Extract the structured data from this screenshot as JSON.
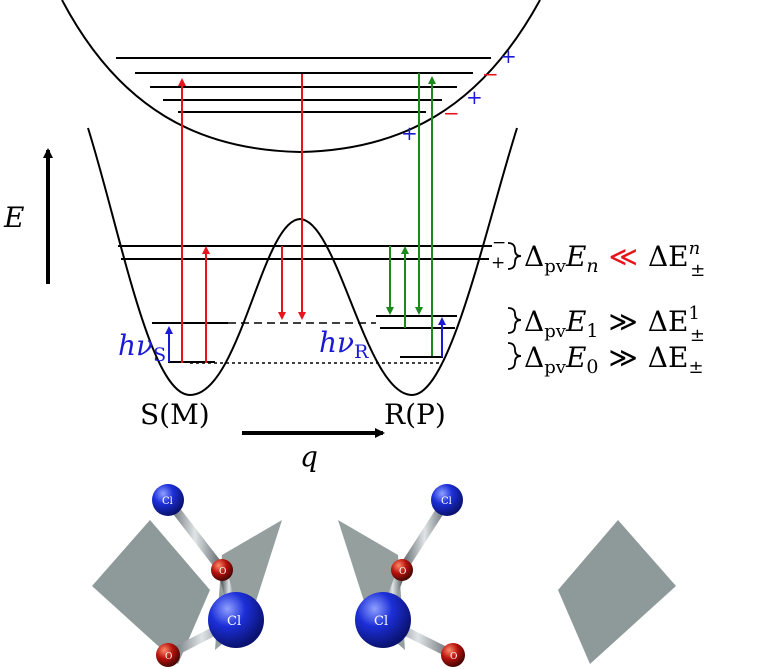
{
  "axis": {
    "energy_label": "E",
    "coordinate_label": "q"
  },
  "wells": {
    "left_label": "S(M)",
    "right_label": "R(P)"
  },
  "excitation": {
    "left_h": "hν",
    "left_sub": "S",
    "right_h": "hν",
    "right_sub": "R"
  },
  "parity_signs": {
    "plus": "+",
    "minus": "−"
  },
  "relations": {
    "n": {
      "lhs": "Δ",
      "pv": "pv",
      "E": "E",
      "sub": "n",
      "op": "≪",
      "rhs": "ΔE",
      "rhs_sub": "±",
      "rhs_sup": "n"
    },
    "one": {
      "lhs": "Δ",
      "pv": "pv",
      "E": "E",
      "sub": "1",
      "op": "≫",
      "rhs": "ΔE",
      "rhs_sub": "±",
      "rhs_sup": "1"
    },
    "zero": {
      "lhs": "Δ",
      "pv": "pv",
      "E": "E",
      "sub": "0",
      "op": "≫",
      "rhs": "ΔE",
      "rhs_sub": "±"
    }
  },
  "molecule": {
    "cl_label": "Cl",
    "o_label": "O"
  },
  "colors": {
    "red": "#e8141c",
    "green": "#1a8a1a",
    "blue": "#1a1ad6",
    "atom_blue": "#1c2fd8",
    "atom_red": "#b8120c",
    "plane": "#8e9a99"
  }
}
